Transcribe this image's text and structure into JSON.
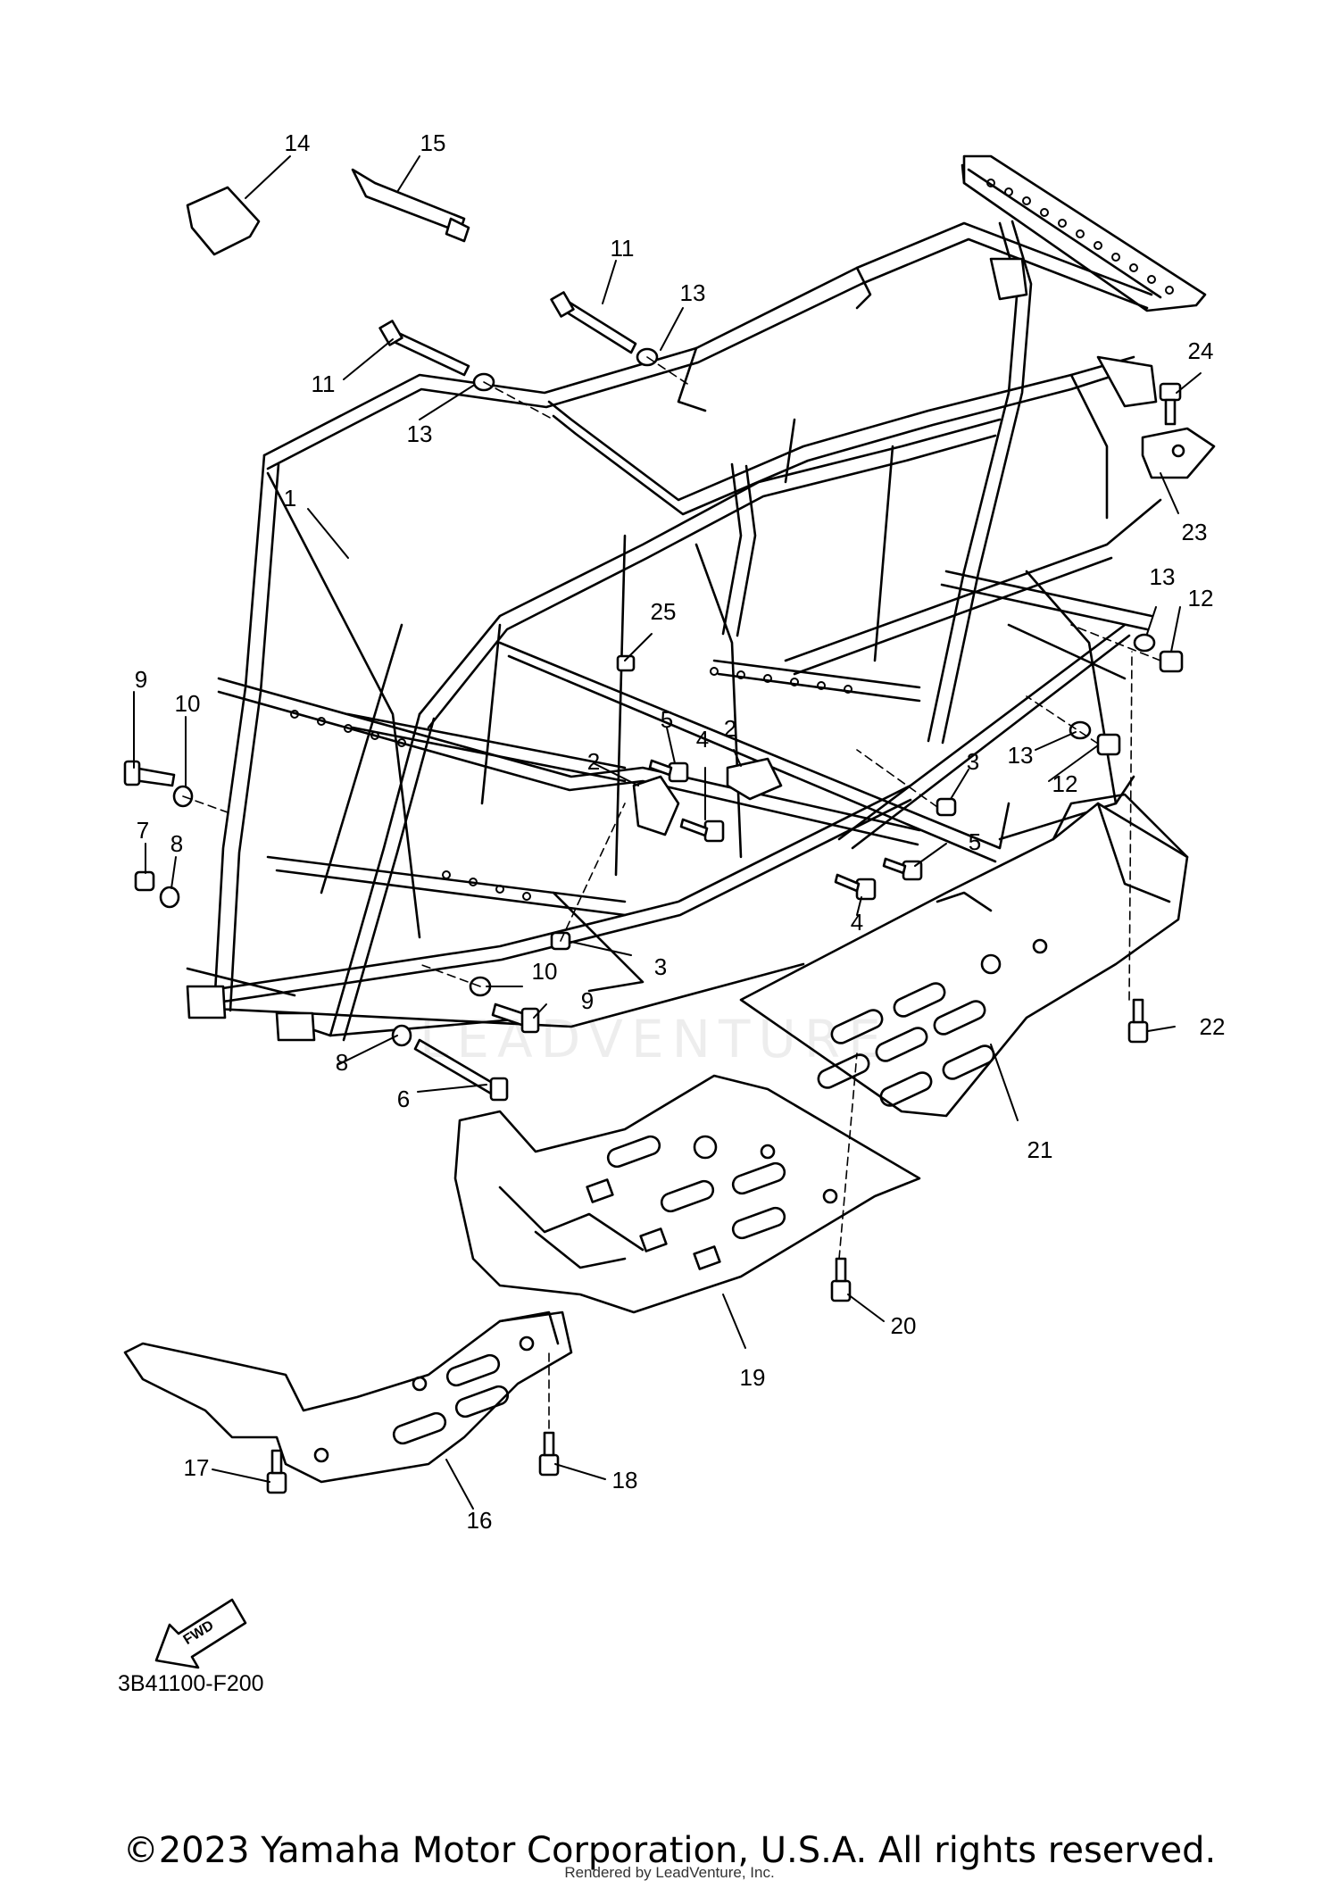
{
  "diagram": {
    "part_labels": [
      "1",
      "2",
      "2",
      "3",
      "3",
      "4",
      "4",
      "5",
      "5",
      "6",
      "7",
      "8",
      "8",
      "9",
      "9",
      "10",
      "10",
      "11",
      "11",
      "12",
      "12",
      "13",
      "13",
      "13",
      "13",
      "14",
      "15",
      "16",
      "17",
      "18",
      "19",
      "20",
      "21",
      "22",
      "23",
      "24",
      "25"
    ],
    "fwd_arrow_text": "FWD",
    "diagram_code": "3B41100-F200",
    "watermark": "LEADVENTURE",
    "copyright": "©2023 Yamaha Motor Corporation, U.S.A. All rights reserved.",
    "rendered_by": "Rendered by LeadVenture, Inc."
  }
}
